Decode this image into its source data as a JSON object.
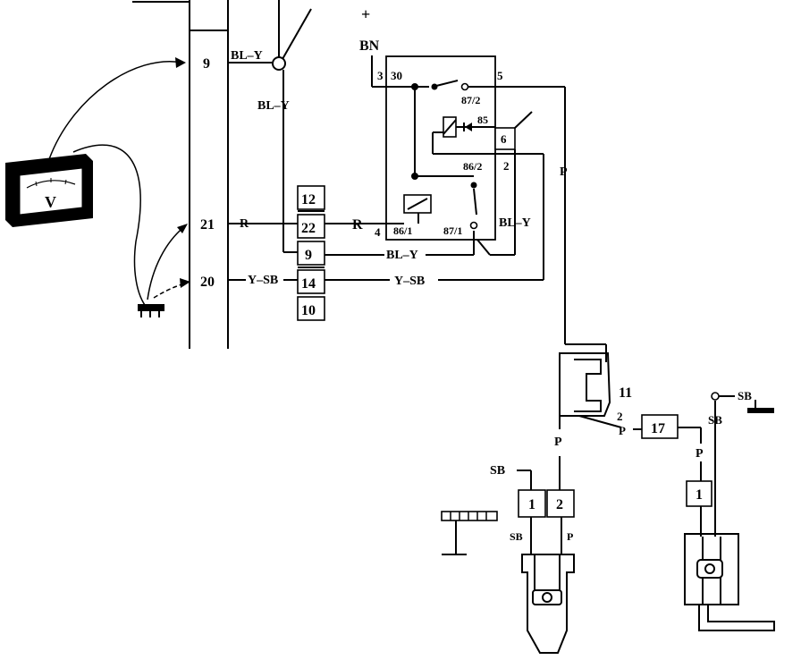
{
  "supply": {
    "plus": "+",
    "bn": "BN"
  },
  "ecu": {
    "pin_a": "9",
    "pin_b": "21",
    "pin_c": "20"
  },
  "wires": {
    "bl_y": "BL–Y",
    "r": "R",
    "y_sb": "Y–SB",
    "p": "P",
    "sb": "SB"
  },
  "connector": [
    "12",
    "22",
    "9",
    "14",
    "10"
  ],
  "relay": {
    "t3": "3",
    "t30": "30",
    "t5": "5",
    "t872": "87/2",
    "t85": "85",
    "t6": "6",
    "t862": "86/2",
    "t2": "2",
    "t4": "4",
    "t861": "86/1",
    "t871": "87/1"
  },
  "components": {
    "c11": "11",
    "c11_pin": "2",
    "c17": "17",
    "pin1": "1",
    "pin2": "2"
  },
  "meter": {
    "glyph": "V"
  }
}
